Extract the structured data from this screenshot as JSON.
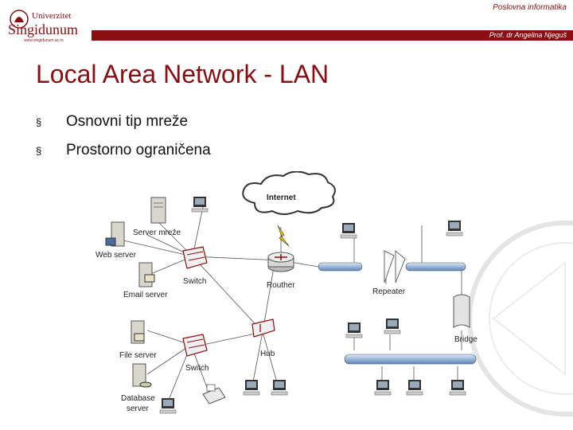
{
  "header": {
    "logo_line1": "Univerzitet",
    "logo_line2": "Singidunum",
    "logo_url": "www.singidunum.ac.rs",
    "course": "Poslovna informatika",
    "professor": "Prof. dr Angelina Njeguš"
  },
  "title": "Local Area Network - LAN",
  "bullets": [
    {
      "marker": "§",
      "text": "Osnovni tip mreže"
    },
    {
      "marker": "§",
      "text": "Prostorno ograničena"
    }
  ],
  "diagram": {
    "labels": {
      "internet": "Internet",
      "server_mreze": "Server mreže",
      "web_server": "Web  server",
      "email_server": "Email server",
      "switch_top": "Switch",
      "router": "Routher",
      "repeater": "Repeater",
      "bridge": "Bridge",
      "file_server": "File server",
      "hub": "Hub",
      "switch_bottom": "Switch",
      "database_server_1": "Database",
      "database_server_2": "server"
    }
  },
  "colors": {
    "brand": "#8b0d12",
    "cable": "#9bb7d9"
  }
}
